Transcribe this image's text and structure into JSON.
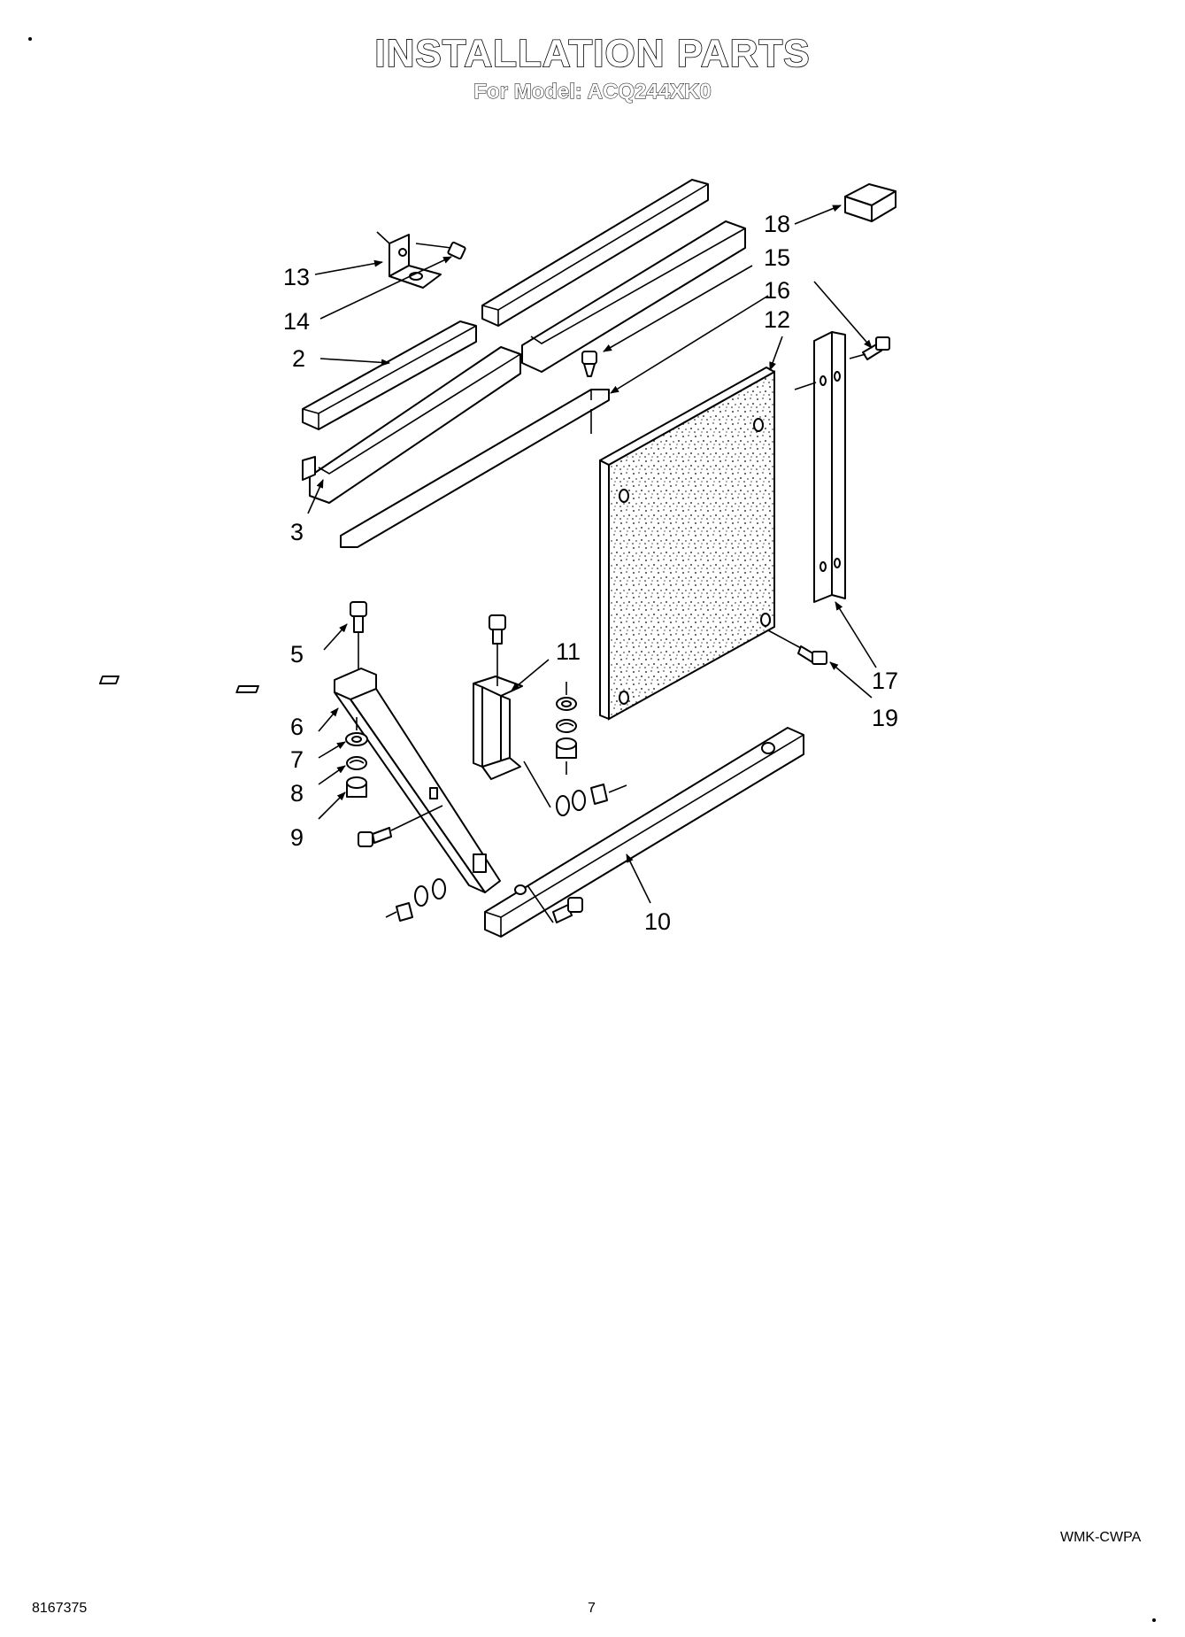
{
  "header": {
    "title": "INSTALLATION PARTS",
    "subtitle": "For Model: ACQ244XK0"
  },
  "callouts": [
    {
      "label": "18",
      "part": "foam-block"
    },
    {
      "label": "15",
      "part": "screw"
    },
    {
      "label": "16",
      "part": "angle-channel"
    },
    {
      "label": "12",
      "part": "foam-panel"
    },
    {
      "label": "13",
      "part": "angle-bracket"
    },
    {
      "label": "14",
      "part": "bracket-screw"
    },
    {
      "label": "2",
      "part": "top-rail"
    },
    {
      "label": "3",
      "part": "sill-channel"
    },
    {
      "label": "5",
      "part": "bolt"
    },
    {
      "label": "11",
      "part": "bracket"
    },
    {
      "label": "6",
      "part": "support-brace"
    },
    {
      "label": "7",
      "part": "washer"
    },
    {
      "label": "8",
      "part": "lock-washer"
    },
    {
      "label": "9",
      "part": "nut"
    },
    {
      "label": "17",
      "part": "side-channel"
    },
    {
      "label": "19",
      "part": "side-screw"
    },
    {
      "label": "10",
      "part": "sill-support-rail"
    }
  ],
  "footer": {
    "code": "WMK-CWPA",
    "part_number": "8167375",
    "page": "7"
  }
}
